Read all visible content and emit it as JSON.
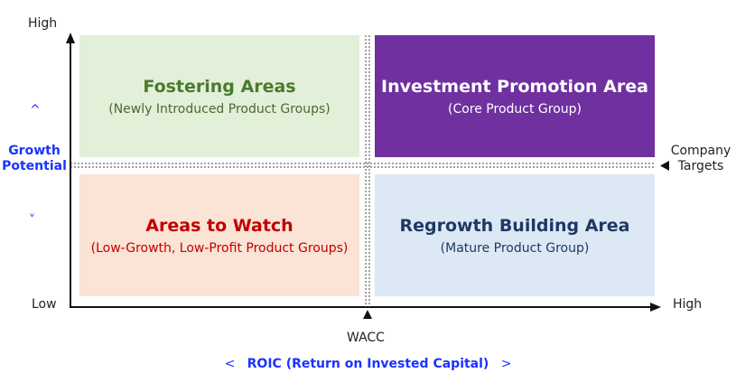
{
  "quadrants": {
    "top_left": {
      "title": "Fostering Areas",
      "subtitle": "(Newly Introduced Product Groups)"
    },
    "top_right": {
      "title": "Investment Promotion Area",
      "subtitle": "(Core Product Group)"
    },
    "bottom_left": {
      "title": "Areas to Watch",
      "subtitle": "(Low-Growth, Low-Profit Product Groups)"
    },
    "bottom_right": {
      "title": "Regrowth Building Area",
      "subtitle": "(Mature Product Group)"
    }
  },
  "y_axis": {
    "high": "High",
    "low": "Low",
    "up_mark": "^",
    "down_mark": "˅",
    "label_line1": "Growth",
    "label_line2": "Potential"
  },
  "x_axis": {
    "high": "High",
    "threshold_label": "WACC",
    "label_open": "<",
    "label": "ROIC (Return on Invested Capital)",
    "label_close": ">"
  },
  "company_targets": {
    "line1": "Company",
    "line2": "Targets"
  },
  "colors": {
    "fostering": "#e2efd9",
    "investment": "#7030a0",
    "watch": "#fbe3d6",
    "regrowth": "#dce9f5",
    "axis_label": "#1a33ff"
  }
}
